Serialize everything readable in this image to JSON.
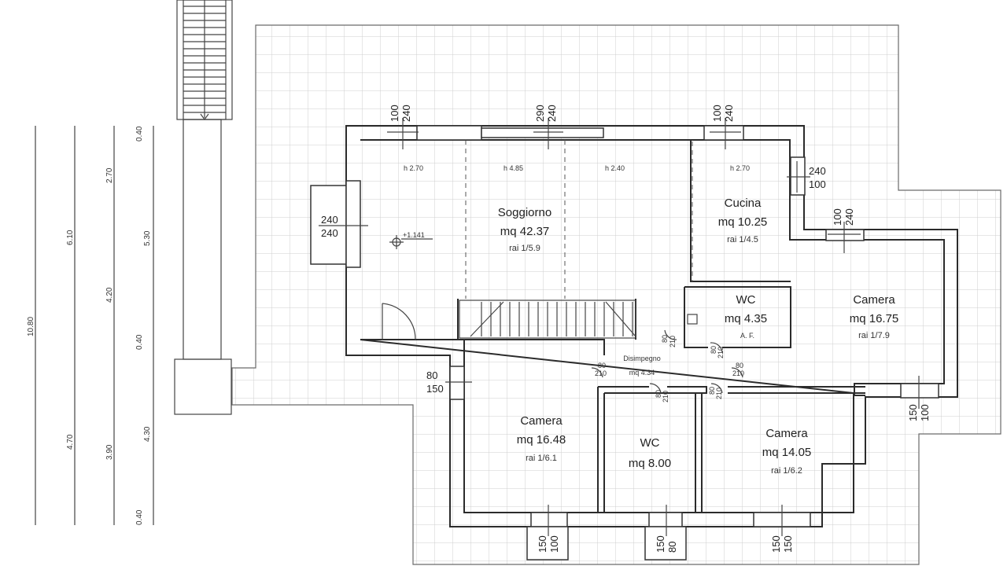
{
  "rooms": {
    "soggiorno": {
      "name": "Soggiorno",
      "area": "mq 42.37",
      "ratio": "rai 1/5.9"
    },
    "cucina": {
      "name": "Cucina",
      "area": "mq 10.25",
      "ratio": "rai 1/4.5"
    },
    "wc_top": {
      "name": "WC",
      "area": "mq 4.35",
      "note": "A. F."
    },
    "camera_right": {
      "name": "Camera",
      "area": "mq 16.75",
      "ratio": "rai 1/7.9"
    },
    "disimpegno": {
      "name": "Disimpegno",
      "area": "mq 4.34"
    },
    "camera_left": {
      "name": "Camera",
      "area": "mq 16.48",
      "ratio": "rai 1/6.1"
    },
    "wc_bottom": {
      "name": "WC",
      "area": "mq 8.00"
    },
    "camera_bottom": {
      "name": "Camera",
      "area": "mq 14.05",
      "ratio": "rai 1/6.2"
    }
  },
  "heights": {
    "h1": "h 2.70",
    "h2": "h 4.85",
    "h3": "h 2.40",
    "h4": "h 2.70"
  },
  "level_mark": "+1.141",
  "openings": {
    "top1_a": "100",
    "top1_b": "240",
    "top2_a": "290",
    "top2_b": "240",
    "top3_a": "100",
    "top3_b": "240",
    "right1_a": "240",
    "right1_b": "100",
    "right2_a": "100",
    "right2_b": "240",
    "left_a": "240",
    "left_b": "240",
    "mid_left_a": "80",
    "mid_left_b": "150",
    "bot1_a": "150",
    "bot1_b": "100",
    "bot2_a": "150",
    "bot2_b": "80",
    "bot3_a": "150",
    "bot3_b": "150",
    "br_a": "150",
    "br_b": "100"
  },
  "doors": {
    "d1_a": "80",
    "d1_b": "210",
    "d2_a": "80",
    "d2_b": "210",
    "d3_a": "80",
    "d3_b": "210",
    "d4_a": "80",
    "d4_b": "210",
    "d5_a": "80",
    "d5_b": "210",
    "d6_a": "80",
    "d6_b": "210"
  },
  "dimensions": {
    "outer_total": "10.80",
    "col2_top": "6.10",
    "col2_bottom": "4.70",
    "col3_a": "2.70",
    "col3_b": "4.20",
    "col3_c": "3.90",
    "col4_a": "0.40",
    "col4_b": "5.30",
    "col4_c": "0.40",
    "col4_d": "4.30",
    "col4_e": "0.40"
  }
}
